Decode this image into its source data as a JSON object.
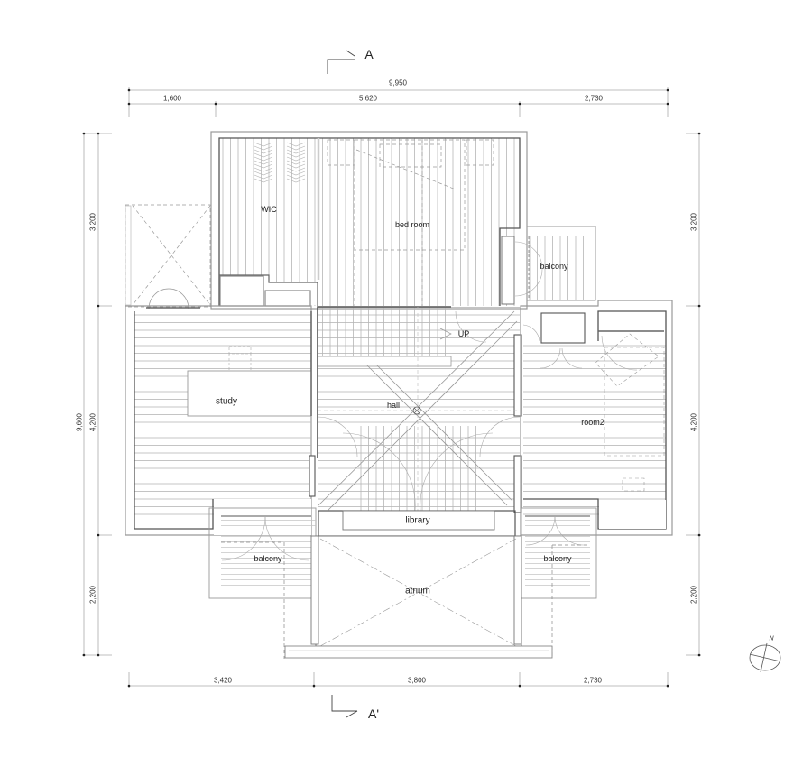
{
  "drawing": {
    "type": "floor-plan",
    "section_marks": {
      "top": "A",
      "bottom": "A'"
    },
    "north_label": "N"
  },
  "dimensions": {
    "top_total": "9,950",
    "top_segments": [
      "1,600",
      "5,620",
      "2,730"
    ],
    "bottom_segments": [
      "3,420",
      "3,800",
      "2,730"
    ],
    "left_total": "9,600",
    "left_segments": [
      "3,200",
      "4,200",
      "2,200"
    ],
    "right_segments": [
      "3,200",
      "4,200",
      "2,200"
    ]
  },
  "rooms": [
    {
      "id": "wic",
      "label": "WIC"
    },
    {
      "id": "bedroom",
      "label": "bed room"
    },
    {
      "id": "balcony-ne",
      "label": "balcony"
    },
    {
      "id": "stair",
      "label": "UP"
    },
    {
      "id": "study",
      "label": "study"
    },
    {
      "id": "hall",
      "label": "hall"
    },
    {
      "id": "room2",
      "label": "room2"
    },
    {
      "id": "library",
      "label": "library"
    },
    {
      "id": "balcony-sw",
      "label": "balcony"
    },
    {
      "id": "atrium",
      "label": "atrium"
    },
    {
      "id": "balcony-se",
      "label": "balcony"
    }
  ],
  "colors": {
    "wall": "#555555",
    "line": "#999999",
    "floor_line": "#bbbbbb",
    "dashed": "#999999",
    "text": "#222222"
  }
}
